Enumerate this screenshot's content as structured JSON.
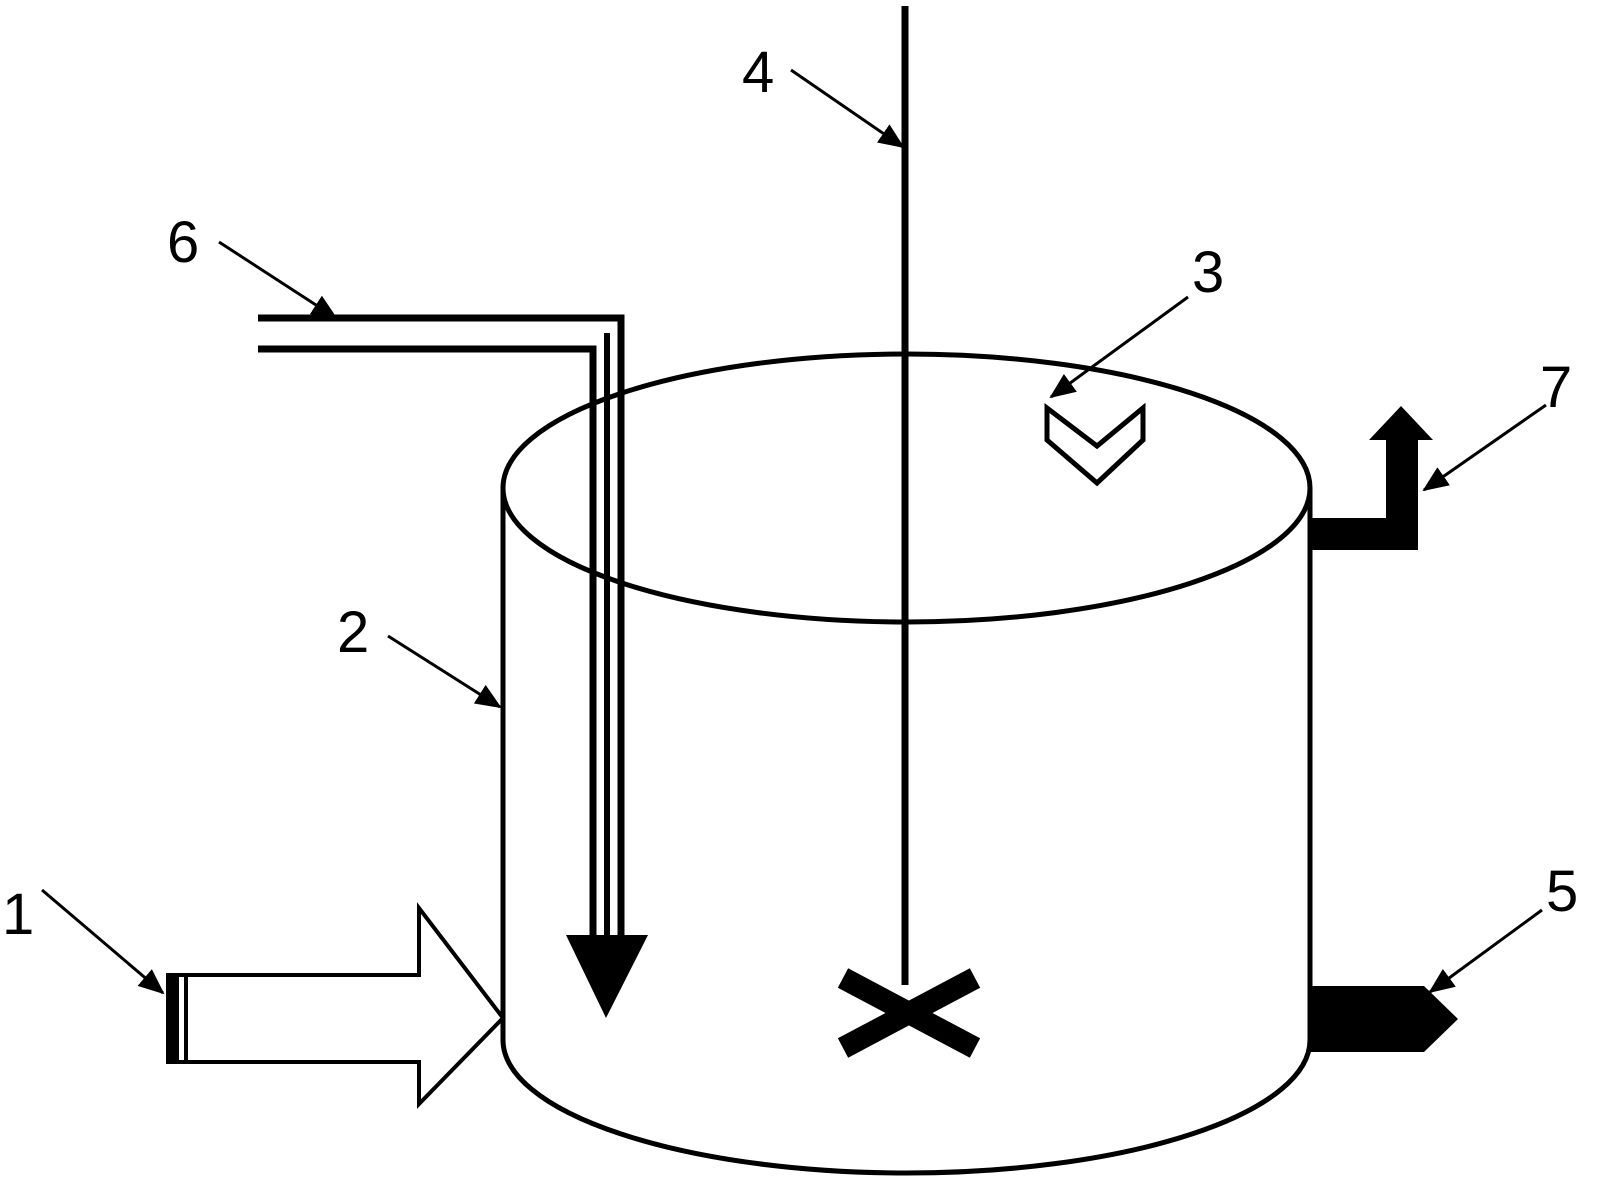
{
  "labels": {
    "l1": "1",
    "l2": "2",
    "l3": "3",
    "l4": "4",
    "l5": "5",
    "l6": "6",
    "l7": "7"
  },
  "colors": {
    "line": "#000000",
    "background": "#ffffff"
  }
}
